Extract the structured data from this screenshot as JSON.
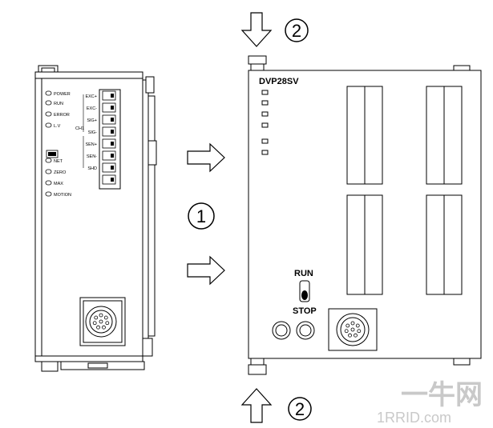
{
  "module": {
    "leds": [
      "POWER",
      "RUN",
      "ERROR",
      "L.V",
      "NET",
      "ZERO",
      "MAX",
      "MOTION"
    ],
    "terminals": [
      "EXC+",
      "EXC-",
      "SIG+",
      "SIG-",
      "SEN+",
      "SEN-",
      "SHD"
    ],
    "channel_label": "CH1"
  },
  "plc": {
    "model": "DVP28SV",
    "switch_run": "RUN",
    "switch_stop": "STOP"
  },
  "steps": {
    "step1": "1",
    "step2_top": "2",
    "step2_bottom": "2"
  },
  "watermark": {
    "logo": "一牛网",
    "domain": "1RRID.com"
  }
}
